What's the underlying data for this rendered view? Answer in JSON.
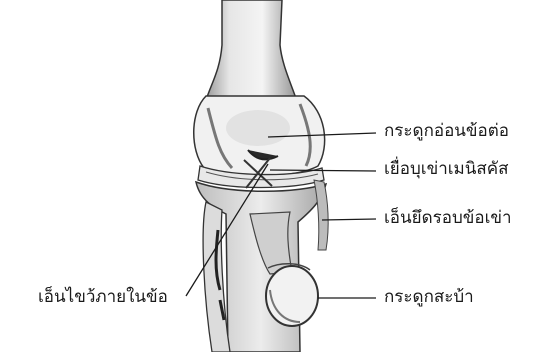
{
  "labels": {
    "articular_cartilage": "กระดูกอ่อนข้อต่อ",
    "meniscus": "เยื่อบุเข่าเมนิสคัส",
    "collateral_ligament": "เอ็นยึดรอบข้อเข่า",
    "cruciate_ligament": "เอ็นไขว้ภายในข้อ",
    "patella": "กระดูกสะบ้า"
  },
  "colors": {
    "ink": "#1a1a1a",
    "background": "#ffffff",
    "bone_fill": "#efefef",
    "shadow": "#2a2a2a"
  }
}
